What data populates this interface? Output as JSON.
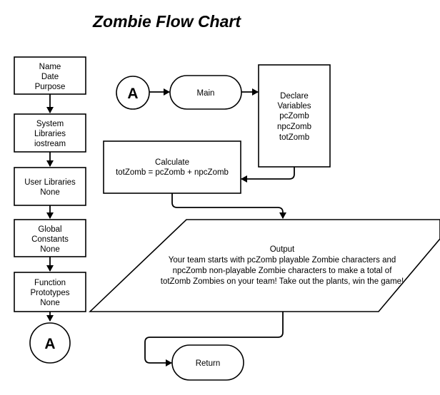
{
  "title": "Zombie Flow Chart",
  "connector_label": "A",
  "boxes": {
    "header": [
      "Name",
      "Date",
      "Purpose"
    ],
    "system_libraries": [
      "System",
      "Libraries",
      "iostream"
    ],
    "user_libraries": [
      "User Libraries",
      "None"
    ],
    "global_constants": [
      "Global",
      "Constants",
      "None"
    ],
    "function_prototypes": [
      "Function",
      "Prototypes",
      "None"
    ],
    "main": "Main",
    "declare_variables": [
      "Declare",
      "Variables",
      "pcZomb",
      "npcZomb",
      "totZomb"
    ],
    "calculate": [
      "Calculate",
      "totZomb = pcZomb + npcZomb"
    ],
    "output": [
      "Output",
      "Your team starts with pcZomb playable Zombie characters and",
      "npcZomb non-playable Zombie characters to make a total of",
      "totZomb Zombies on your team! Take out the plants, win the game!"
    ],
    "return": "Return"
  }
}
